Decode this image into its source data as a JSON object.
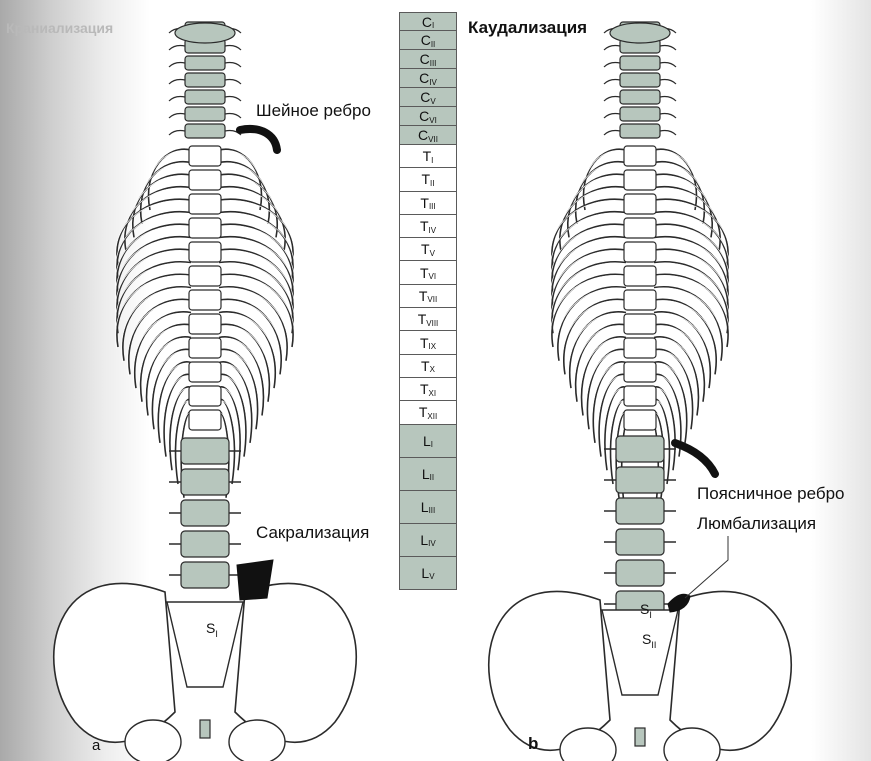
{
  "header": {
    "left_title": "Краниализация",
    "right_title": "Каудализация"
  },
  "colors": {
    "accent_fill": "#b7c6bd",
    "anomaly_black": "#111111",
    "bone_outline": "#2b2b2b"
  },
  "segments": [
    {
      "letter": "C",
      "sub": "I",
      "region": "c"
    },
    {
      "letter": "C",
      "sub": "II",
      "region": "c"
    },
    {
      "letter": "C",
      "sub": "III",
      "region": "c"
    },
    {
      "letter": "C",
      "sub": "IV",
      "region": "c"
    },
    {
      "letter": "C",
      "sub": "V",
      "region": "c"
    },
    {
      "letter": "C",
      "sub": "VI",
      "region": "c"
    },
    {
      "letter": "C",
      "sub": "VII",
      "region": "c"
    },
    {
      "letter": "T",
      "sub": "I",
      "region": "t"
    },
    {
      "letter": "T",
      "sub": "II",
      "region": "t"
    },
    {
      "letter": "T",
      "sub": "III",
      "region": "t"
    },
    {
      "letter": "T",
      "sub": "IV",
      "region": "t"
    },
    {
      "letter": "T",
      "sub": "V",
      "region": "t"
    },
    {
      "letter": "T",
      "sub": "VI",
      "region": "t"
    },
    {
      "letter": "T",
      "sub": "VII",
      "region": "t"
    },
    {
      "letter": "T",
      "sub": "VIII",
      "region": "t"
    },
    {
      "letter": "T",
      "sub": "IX",
      "region": "t"
    },
    {
      "letter": "T",
      "sub": "X",
      "region": "t"
    },
    {
      "letter": "T",
      "sub": "XI",
      "region": "t"
    },
    {
      "letter": "T",
      "sub": "XII",
      "region": "t"
    },
    {
      "letter": "L",
      "sub": "I",
      "region": "l"
    },
    {
      "letter": "L",
      "sub": "II",
      "region": "l"
    },
    {
      "letter": "L",
      "sub": "III",
      "region": "l"
    },
    {
      "letter": "L",
      "sub": "IV",
      "region": "l"
    },
    {
      "letter": "L",
      "sub": "V",
      "region": "l"
    }
  ],
  "panel_a": {
    "letter": "a",
    "cervical_rib_label": "Шейное ребро",
    "sacralization_label": "Сакрализация",
    "sacral_letter": "S",
    "sacral_sub": "I"
  },
  "panel_b": {
    "letter": "b",
    "lumbar_rib_label": "Поясничное ребро",
    "lumbarization_label": "Люмбализация",
    "s1_letter": "S",
    "s1_sub": "I",
    "s2_letter": "S",
    "s2_sub": "II"
  }
}
